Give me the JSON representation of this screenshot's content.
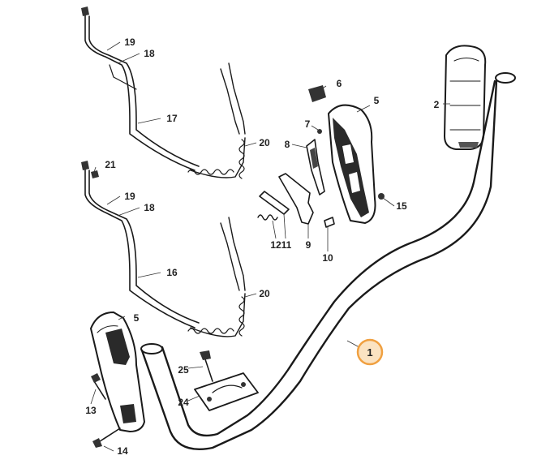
{
  "diagram": {
    "callouts": {
      "c1": "1",
      "c2": "2",
      "c5a": "5",
      "c5b": "5",
      "c6": "6",
      "c7": "7",
      "c8": "8",
      "c9": "9",
      "c10": "10",
      "c11": "11",
      "c12": "12",
      "c13": "13",
      "c14": "14",
      "c15": "15",
      "c16": "16",
      "c17": "17",
      "c18a": "18",
      "c18b": "18",
      "c19a": "19",
      "c19b": "19",
      "c20a": "20",
      "c20b": "20",
      "c21": "21",
      "c24": "24",
      "c25": "25"
    },
    "highlight_color": "#f0a040",
    "highlight_fill": "#fbe3c2",
    "line_color": "#1a1a1a"
  }
}
